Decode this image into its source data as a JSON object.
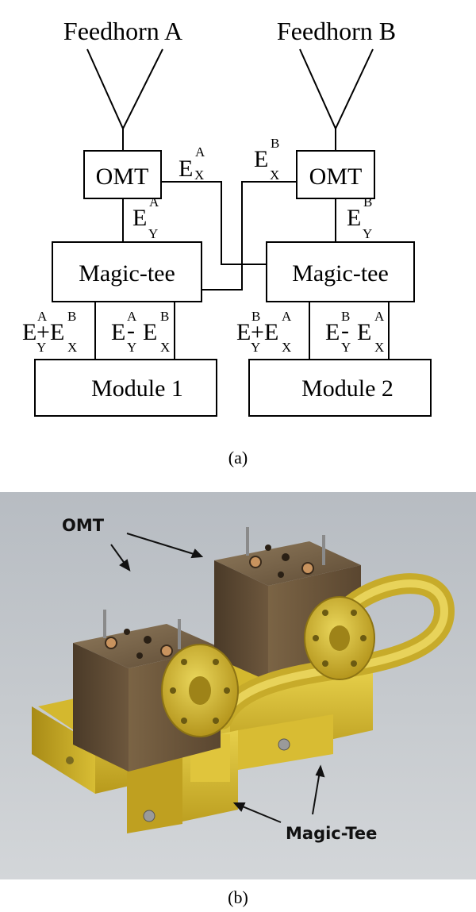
{
  "diagram": {
    "feedhorn_a": "Feedhorn A",
    "feedhorn_b": "Feedhorn B",
    "omt_a": "OMT",
    "omt_b": "OMT",
    "magic_tee_a": "Magic-tee",
    "magic_tee_b": "Magic-tee",
    "module_1": "Module 1",
    "module_2": "Module 2",
    "signals": {
      "ex_a": {
        "base": "E",
        "sup": "A",
        "sub": "X"
      },
      "ey_a": {
        "base": "E",
        "sup": "A",
        "sub": "Y"
      },
      "ex_b": {
        "base": "E",
        "sup": "B",
        "sub": "X"
      },
      "ey_b": {
        "base": "E",
        "sup": "B",
        "sub": "Y"
      },
      "m1_left": {
        "a": {
          "base": "E",
          "sup": "A",
          "sub": "Y"
        },
        "op": "+",
        "b": {
          "base": "E",
          "sup": "B",
          "sub": "X"
        }
      },
      "m1_right": {
        "a": {
          "base": "E",
          "sup": "A",
          "sub": "Y"
        },
        "op": "-",
        "b": {
          "base": "E",
          "sup": "B",
          "sub": "X"
        }
      },
      "m2_left": {
        "a": {
          "base": "E",
          "sup": "B",
          "sub": "Y"
        },
        "op": "+",
        "b": {
          "base": "E",
          "sup": "A",
          "sub": "X"
        }
      },
      "m2_right": {
        "a": {
          "base": "E",
          "sup": "B",
          "sub": "Y"
        },
        "op": "-",
        "b": {
          "base": "E",
          "sup": "A",
          "sub": "X"
        }
      }
    }
  },
  "caption_a": "(a)",
  "photo": {
    "label_omt": "OMT",
    "label_magic_tee": "Magic-Tee"
  },
  "caption_b": "(b)"
}
